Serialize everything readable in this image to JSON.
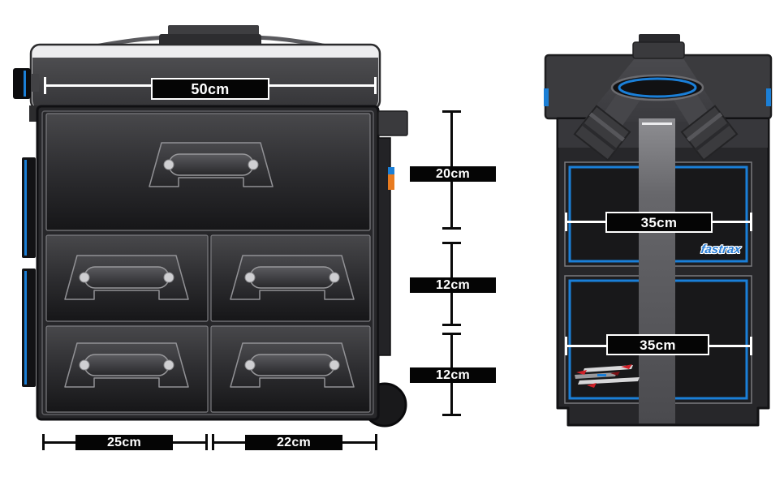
{
  "diagram": {
    "left_view": {
      "dimensions": {
        "top_width": "50cm",
        "top_drawer_height": "20cm",
        "middle_drawer_height": "12cm",
        "bottom_drawer_height": "12cm",
        "bottom_left_drawer_width": "25cm",
        "bottom_right_drawer_width": "22cm"
      }
    },
    "right_view": {
      "brand_logo": "fastrax",
      "dimensions": {
        "upper_panel_width": "35cm",
        "lower_panel_width": "35cm"
      }
    },
    "colors": {
      "background": "#ffffff",
      "case_dark": "#27272a",
      "accent_blue": "#1a7fd8",
      "accent_orange": "#e87b20",
      "accent_red": "#cf2129",
      "label_background": "#050505",
      "label_text": "#ffffff"
    }
  }
}
